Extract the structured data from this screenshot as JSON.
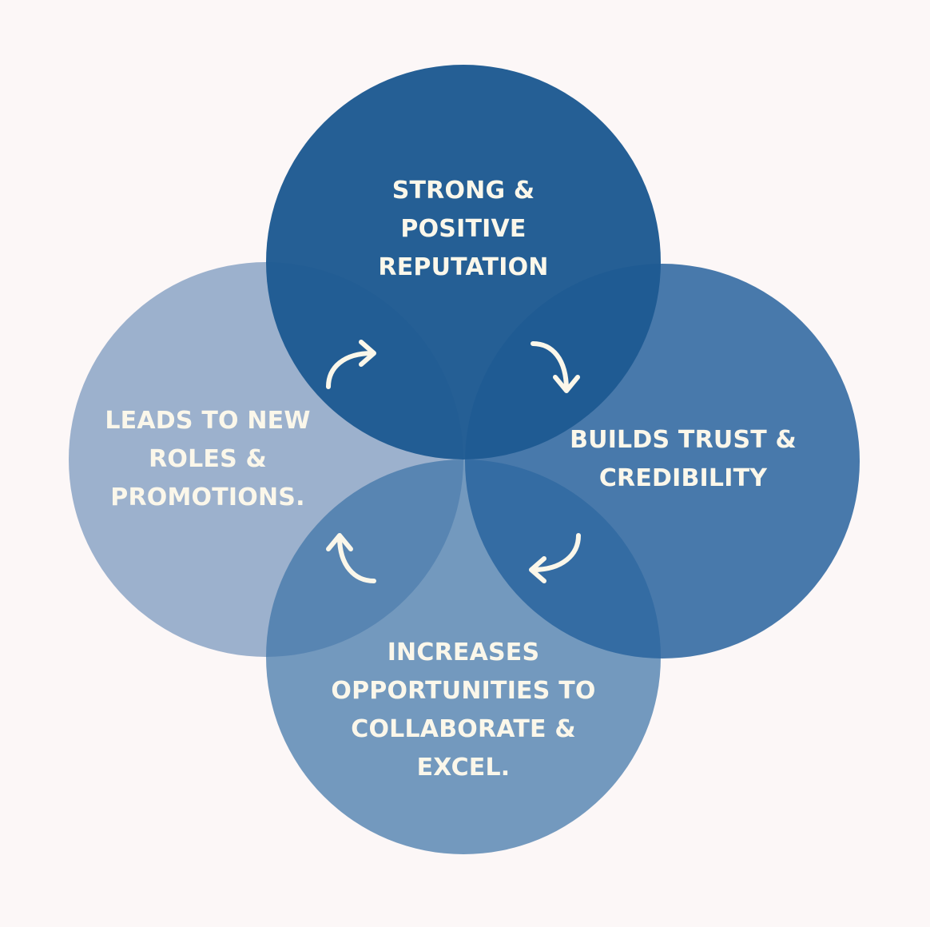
{
  "colors": {
    "background": "#fcf7f7",
    "circle_top": "#1e5a92",
    "circle_right": "#2a649e",
    "circle_bottom": "#3f75a8",
    "circle_left": "#5b82b0",
    "text": "#fbf7ea",
    "arrow": "#fbf7ea"
  },
  "nodes": [
    {
      "id": "top",
      "lines": [
        "STRONG &",
        "POSITIVE",
        "REPUTATION"
      ]
    },
    {
      "id": "right",
      "lines": [
        "BUILDS TRUST &",
        "CREDIBILITY"
      ]
    },
    {
      "id": "bottom",
      "lines": [
        "INCREASES",
        "OPPORTUNITIES TO",
        "COLLABORATE &",
        "EXCEL."
      ]
    },
    {
      "id": "left",
      "lines": [
        "LEADS TO NEW",
        "ROLES &",
        "PROMOTIONS."
      ]
    }
  ],
  "arrows": [
    {
      "from": "left",
      "to": "top",
      "icon": "curved-arrow-icon"
    },
    {
      "from": "top",
      "to": "right",
      "icon": "curved-arrow-icon"
    },
    {
      "from": "right",
      "to": "bottom",
      "icon": "curved-arrow-icon"
    },
    {
      "from": "bottom",
      "to": "left",
      "icon": "curved-arrow-icon"
    }
  ]
}
